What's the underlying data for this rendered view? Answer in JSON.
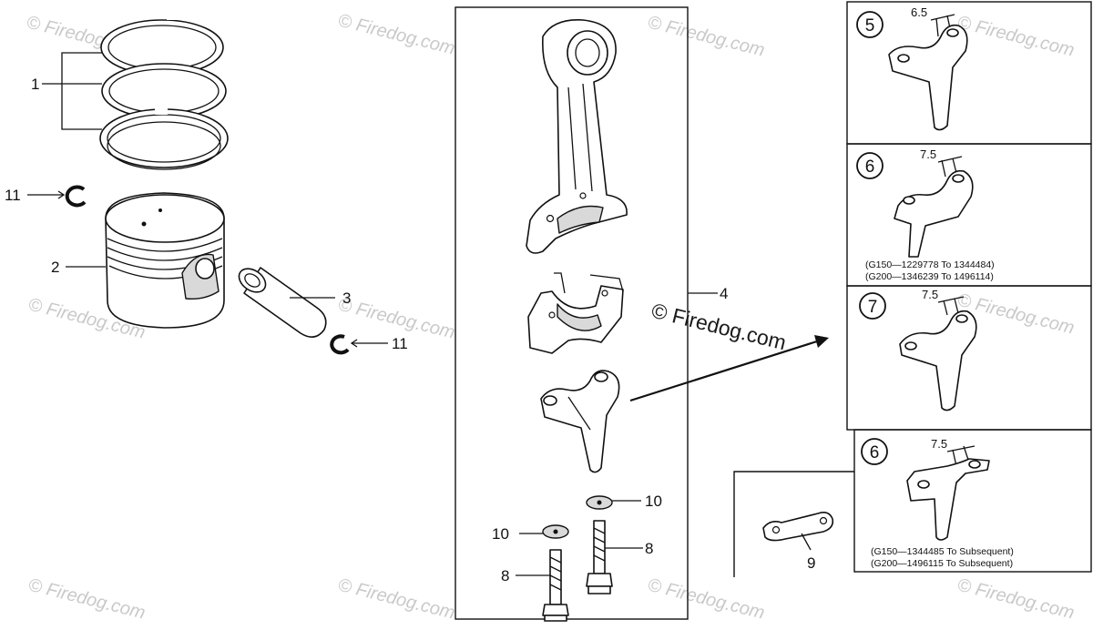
{
  "callouts": {
    "piston_rings": "1",
    "piston": "2",
    "piston_pin": "3",
    "connecting_rod_assembly": "4",
    "lock_plate": "9",
    "lock_washer_top": "10",
    "lock_washer_left": "10",
    "bolt_right": "8",
    "bolt_left": "8",
    "circlip_left": "11",
    "circlip_right": "11"
  },
  "variants": [
    {
      "badge": "5",
      "dimension": "6.5",
      "note_lines": []
    },
    {
      "badge": "6",
      "dimension": "7.5",
      "note_lines": [
        "(G150—1229778 To 1344484)",
        "(G200—1346239 To 1496114)"
      ]
    },
    {
      "badge": "7",
      "dimension": "7.5",
      "note_lines": []
    },
    {
      "badge": "6",
      "dimension": "7.5",
      "note_lines": [
        "(G150—1344485 To Subsequent)",
        "(G200—1496115 To Subsequent)"
      ]
    }
  ],
  "watermark": {
    "center_text": "© Firedog.com",
    "faint_text": "© Firedog.com"
  }
}
